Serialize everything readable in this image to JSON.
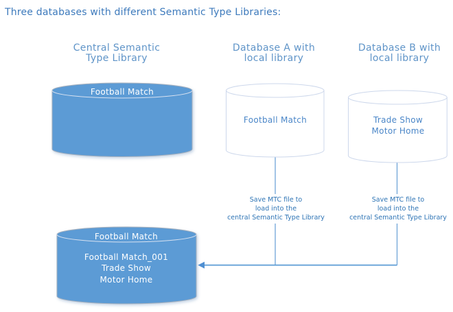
{
  "title": "Three databases with different Semantic Type Libraries:",
  "columns": {
    "central": {
      "header": "Central Semantic\nType Library"
    },
    "database_a": {
      "header": "Database A with\nlocal library"
    },
    "database_b": {
      "header": "Database B with\nlocal library"
    }
  },
  "cylinders": {
    "central_library": {
      "label": "Football Match"
    },
    "database_a": {
      "label": "Football Match"
    },
    "database_b": {
      "label": "Trade Show\nMotor Home"
    },
    "central_result": {
      "lid_label": "Football Match",
      "contents": "Football Match_001\nTrade Show\nMotor Home"
    }
  },
  "connectors": {
    "database_a_note": "Save MTC file to\nload into the\ncentral Semantic Type Library",
    "database_b_note": "Save MTC file to\nload into the\ncentral Semantic Type Library"
  },
  "colors": {
    "cylinder_fill": "#5b9bd5",
    "cylinder_edge": "#a6b0bd",
    "lid_line": "#d9e2f1",
    "white_cylinder_stroke": "#ccd7eb",
    "connector": "#5b9bd5",
    "title_text": "#3d7abc",
    "header_text": "#5f94c8",
    "note_text": "#2e74b5",
    "white_cyl_text": "#4a86c8",
    "on_blue_text": "#ffffff"
  }
}
